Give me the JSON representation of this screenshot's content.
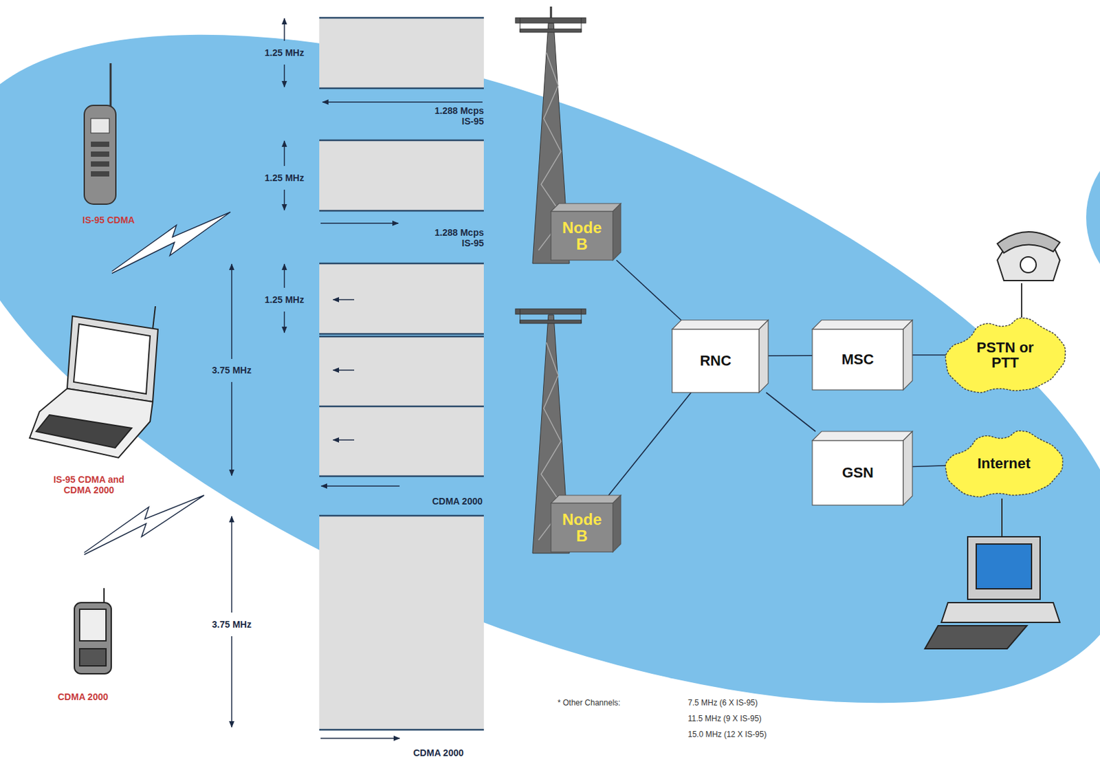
{
  "diagram": {
    "nodes": [
      {
        "text": [
          "Node B"
        ]
      },
      {
        "text": [
          "Node B"
        ]
      },
      {
        "text": [
          "RNC"
        ]
      },
      {
        "text": [
          "MSC"
        ]
      },
      {
        "text": [
          "GSN"
        ]
      },
      {
        "text": [
          "PSTN or PTT"
        ]
      },
      {
        "text": [
          "Internet"
        ]
      }
    ],
    "edges": [
      {
        "from": 0,
        "to": 2,
        "arrow": "none"
      },
      {
        "from": 1,
        "to": 2,
        "arrow": "none"
      },
      {
        "from": 2,
        "to": 3,
        "arrow": "none"
      },
      {
        "from": 2,
        "to": 4,
        "arrow": "none"
      },
      {
        "from": 3,
        "to": 5,
        "arrow": "none"
      },
      {
        "from": 4,
        "to": 6,
        "arrow": "none"
      }
    ],
    "labels": [
      "1.25 MHz",
      "1.288 Mcps IS-95",
      "1.25 MHz",
      "1.288 Mcps IS-95",
      "1.25 MHz",
      "3.75 MHz",
      "CDMA 2000",
      "3.75 MHz",
      "CDMA 2000",
      "IS-95 CDMA",
      "IS-95 CDMA and CDMA 2000",
      "CDMA 2000",
      "* Other Channels:",
      "7.5 MHz (6 X IS-95)",
      "11.5 MHz (9 X IS-95)",
      "15.0 MHz (12 X IS-95)"
    ]
  }
}
